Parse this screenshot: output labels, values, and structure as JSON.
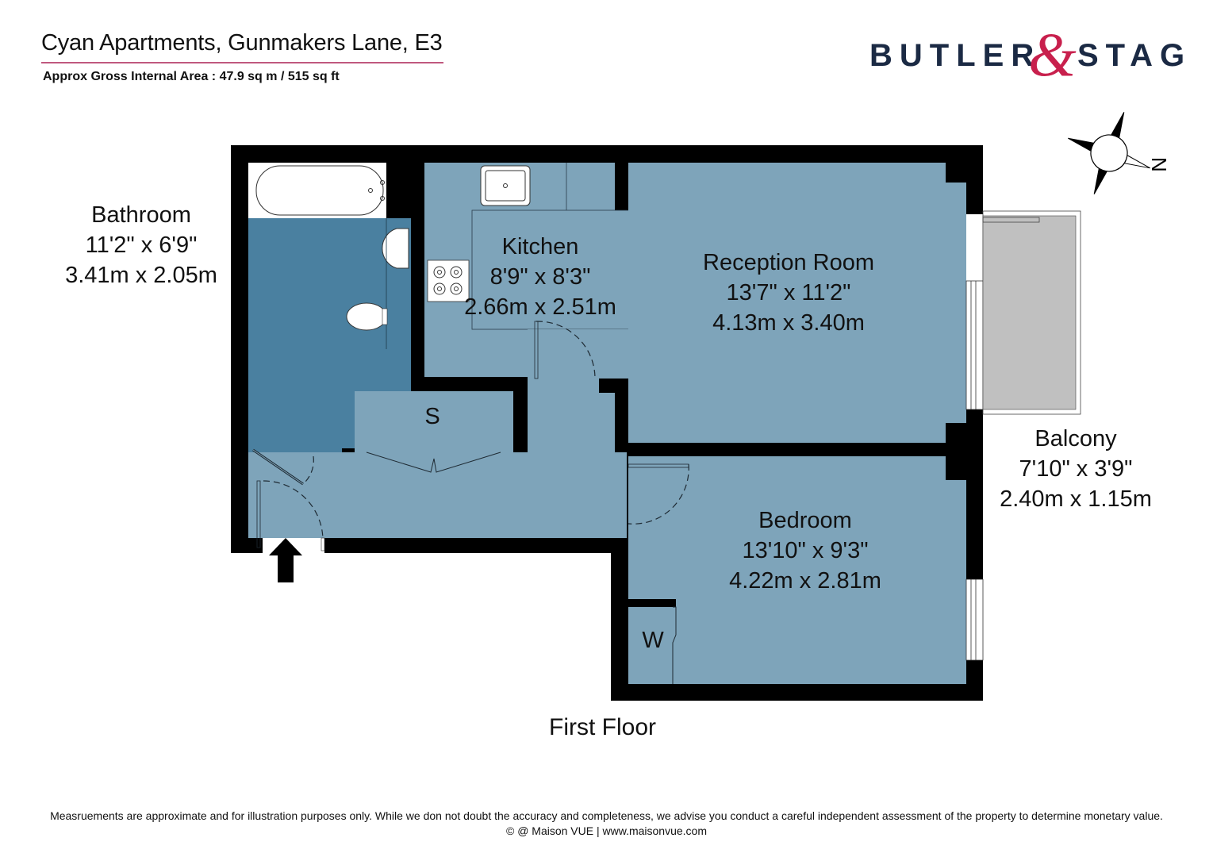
{
  "header": {
    "title": "Cyan Apartments, Gunmakers Lane, E3",
    "area": "Approx Gross Internal Area : 47.9 sq m / 515 sq ft"
  },
  "logo": {
    "left_word": "BUTLER",
    "ampersand": "&",
    "right_word": "STAG",
    "colors": {
      "text": "#1b2a44",
      "ampersand": "#c8204d"
    }
  },
  "compass": {
    "north_label": "N"
  },
  "rooms": [
    {
      "name": "Bathroom",
      "imperial": "11'2\" x 6'9\"",
      "metric": "3.41m x 2.05m"
    },
    {
      "name": "Kitchen",
      "imperial": "8'9\" x 8'3\"",
      "metric": "2.66m x 2.51m"
    },
    {
      "name": "Reception Room",
      "imperial": "13'7\" x 11'2\"",
      "metric": "4.13m x 3.40m"
    },
    {
      "name": "Balcony",
      "imperial": "7'10\" x 3'9\"",
      "metric": "2.40m x 1.15m"
    },
    {
      "name": "Bedroom",
      "imperial": "13'10\" x 9'3\"",
      "metric": "4.22m x 2.81m"
    }
  ],
  "storage_labels": {
    "store": "S",
    "wardrobe": "W"
  },
  "floor_label": "First Floor",
  "colors": {
    "room_fill": "#7ea4ba",
    "bathroom_fill": "#4a80a0",
    "balcony_fill": "#c0c0c0",
    "wall": "#000000",
    "accent_rule": "#c0587e"
  },
  "footer": {
    "disclaimer": "Measruements are approximate and for illustration purposes only. While we don not doubt the accuracy and completeness, we advise you conduct a careful independent assessment of the property to determine monetary value.",
    "credit": "© @ Maison VUE | www.maisonvue.com"
  }
}
